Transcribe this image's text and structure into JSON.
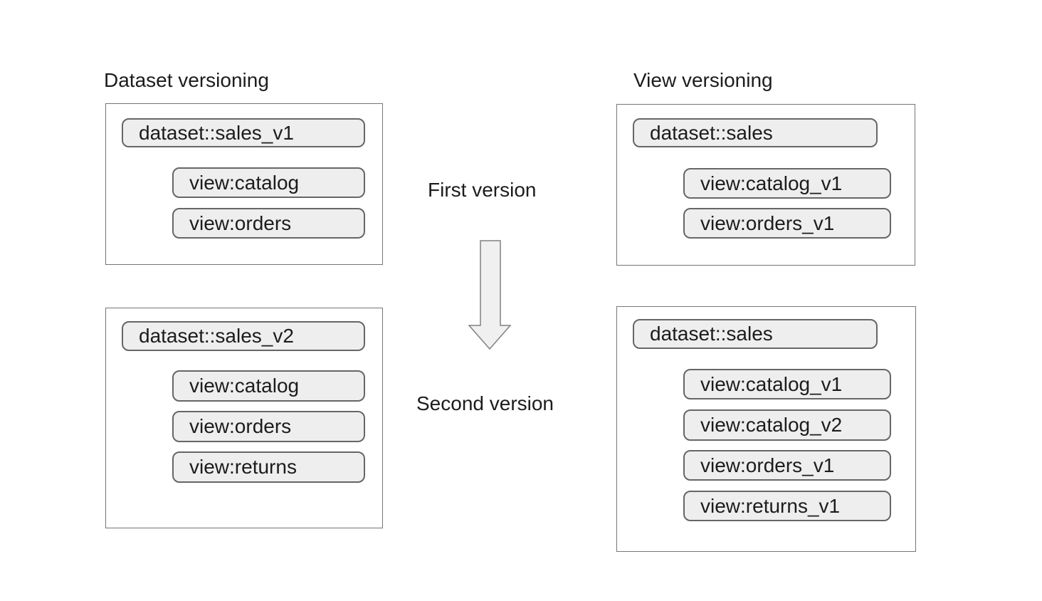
{
  "left_column": {
    "title": "Dataset versioning",
    "first_box": {
      "dataset": "dataset::sales_v1",
      "views": [
        "view:catalog",
        "view:orders"
      ]
    },
    "second_box": {
      "dataset": "dataset::sales_v2",
      "views": [
        "view:catalog",
        "view:orders",
        "view:returns"
      ]
    }
  },
  "right_column": {
    "title": "View versioning",
    "first_box": {
      "dataset": "dataset::sales",
      "views": [
        "view:catalog_v1",
        "view:orders_v1"
      ]
    },
    "second_box": {
      "dataset": "dataset::sales",
      "views": [
        "view:catalog_v1",
        "view:catalog_v2",
        "view:orders_v1",
        "view:returns_v1"
      ]
    }
  },
  "center": {
    "first_label": "First version",
    "second_label": "Second version",
    "arrow_icon": "down-arrow-icon"
  },
  "colors": {
    "pill_fill": "#eeeeee",
    "pill_border": "#666666",
    "box_border": "#757575",
    "arrow_fill": "#f0f0f0",
    "arrow_stroke": "#808080",
    "text": "#1c1c1c",
    "background": "#ffffff"
  }
}
